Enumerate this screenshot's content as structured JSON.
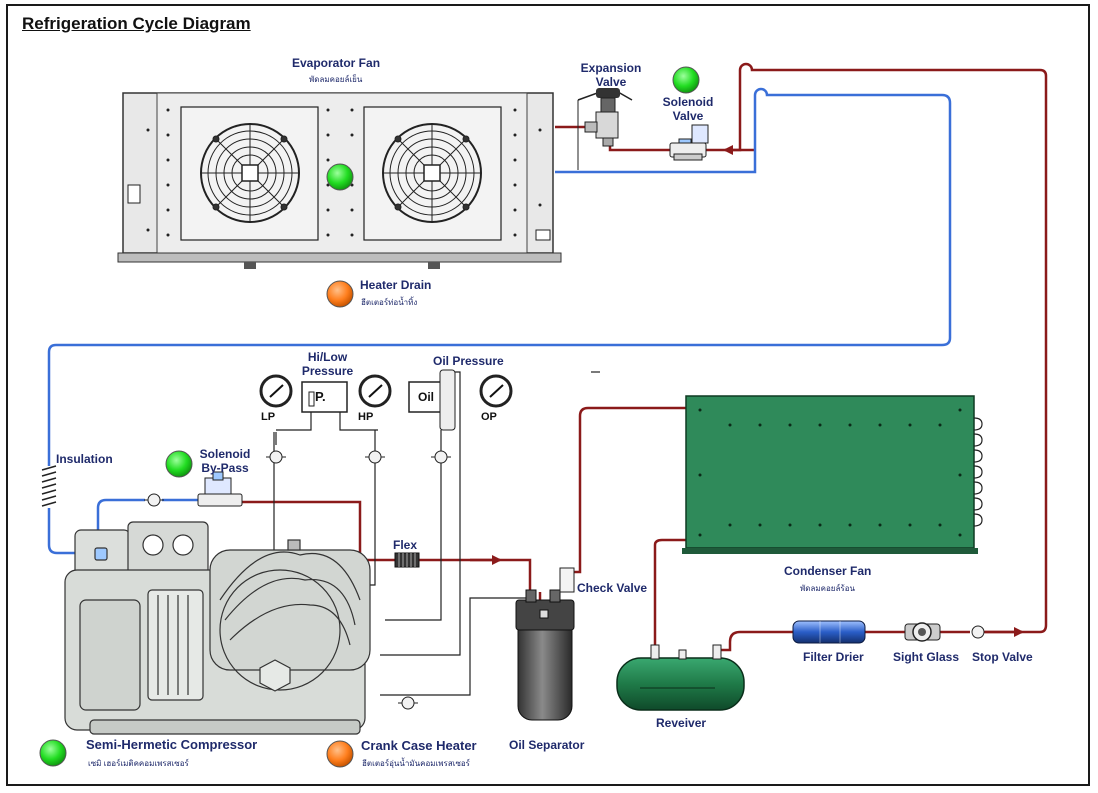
{
  "title": "Refrigeration Cycle Diagram",
  "labels": {
    "evaporator_fan": "Evaporator Fan",
    "evaporator_fan_th": "พัดลมคอยล์เย็น",
    "expansion_valve": "Expansion\nValve",
    "solenoid_valve": "Solenoid\nValve",
    "heater_drain": "Heater Drain",
    "heater_drain_th": "ฮีตเตอร์ท่อน้ำทิ้ง",
    "hi_low_pressure": "Hi/Low\nPressure",
    "oil_pressure": "Oil Pressure",
    "insulation": "Insulation",
    "solenoid_bypass": "Solenoid\nBy-Pass",
    "flex": "Flex",
    "check_valve": "Check Valve",
    "condenser_fan": "Condenser Fan",
    "condenser_fan_th": "พัดลมคอยล์ร้อน",
    "filter_drier": "Filter Drier",
    "sight_glass": "Sight Glass",
    "stop_valve": "Stop Valve",
    "receiver": "Reveiver",
    "oil_separator": "Oil Separator",
    "compressor": "Semi-Hermetic Compressor",
    "compressor_th": "เซมิ เฮอร์เมติคคอมเพรสเซอร์",
    "crank_case_heater": "Crank Case Heater",
    "crank_case_heater_th": "ฮีตเตอร์อุ่นน้ำมันคอมเพรสเซอร์"
  },
  "gauges": {
    "lp": "LP",
    "hp": "HP",
    "op": "OP"
  },
  "switches": {
    "pressure": "P.",
    "oil": "Oil"
  },
  "colors": {
    "hot_line": "#8b1a1a",
    "suction_line": "#3a6fd8",
    "status_green": "#22dd22",
    "status_orange": "#ff7f1e",
    "condenser": "#2f8a5a",
    "receiver": "#1f7a48",
    "evaporator": "#e4e4e4",
    "compressor": "#d8dcd8"
  },
  "status_indicators": [
    {
      "name": "expansion-solenoid",
      "color": "green"
    },
    {
      "name": "evaporator-fan",
      "color": "green"
    },
    {
      "name": "heater-drain",
      "color": "orange"
    },
    {
      "name": "solenoid-bypass",
      "color": "green"
    },
    {
      "name": "compressor",
      "color": "green"
    },
    {
      "name": "crank-case-heater",
      "color": "orange"
    }
  ]
}
